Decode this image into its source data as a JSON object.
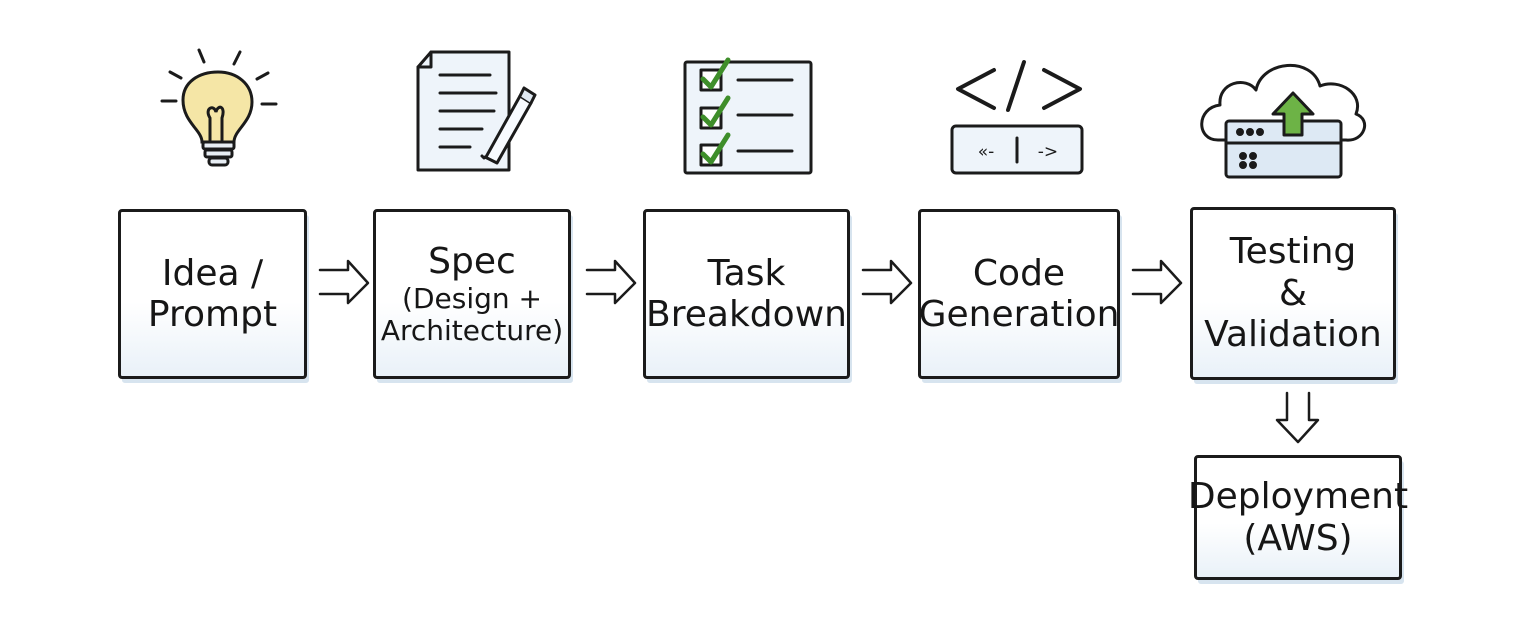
{
  "steps": [
    {
      "line1": "Idea /",
      "line2": "Prompt"
    },
    {
      "line1": "Spec",
      "line2": "(Design +",
      "line3": "Architecture)"
    },
    {
      "line1": "Task",
      "line2": "Breakdown"
    },
    {
      "line1": "Code",
      "line2": "Generation"
    },
    {
      "line1": "Testing",
      "line2": "&",
      "line3": "Validation"
    },
    {
      "line1": "Deployment",
      "line2": "(AWS)"
    }
  ],
  "icons": [
    "lightbulb-icon",
    "document-pencil-icon",
    "checklist-icon",
    "code-brackets-icon",
    "cloud-upload-server-icon"
  ],
  "code_bar": {
    "left": "«-",
    "right": "->"
  },
  "colors": {
    "stroke": "#1b1b1b",
    "accent_green": "#5aa63c",
    "bulb_yellow": "#f5e6a6",
    "box_tint": "#e9f1f8"
  }
}
